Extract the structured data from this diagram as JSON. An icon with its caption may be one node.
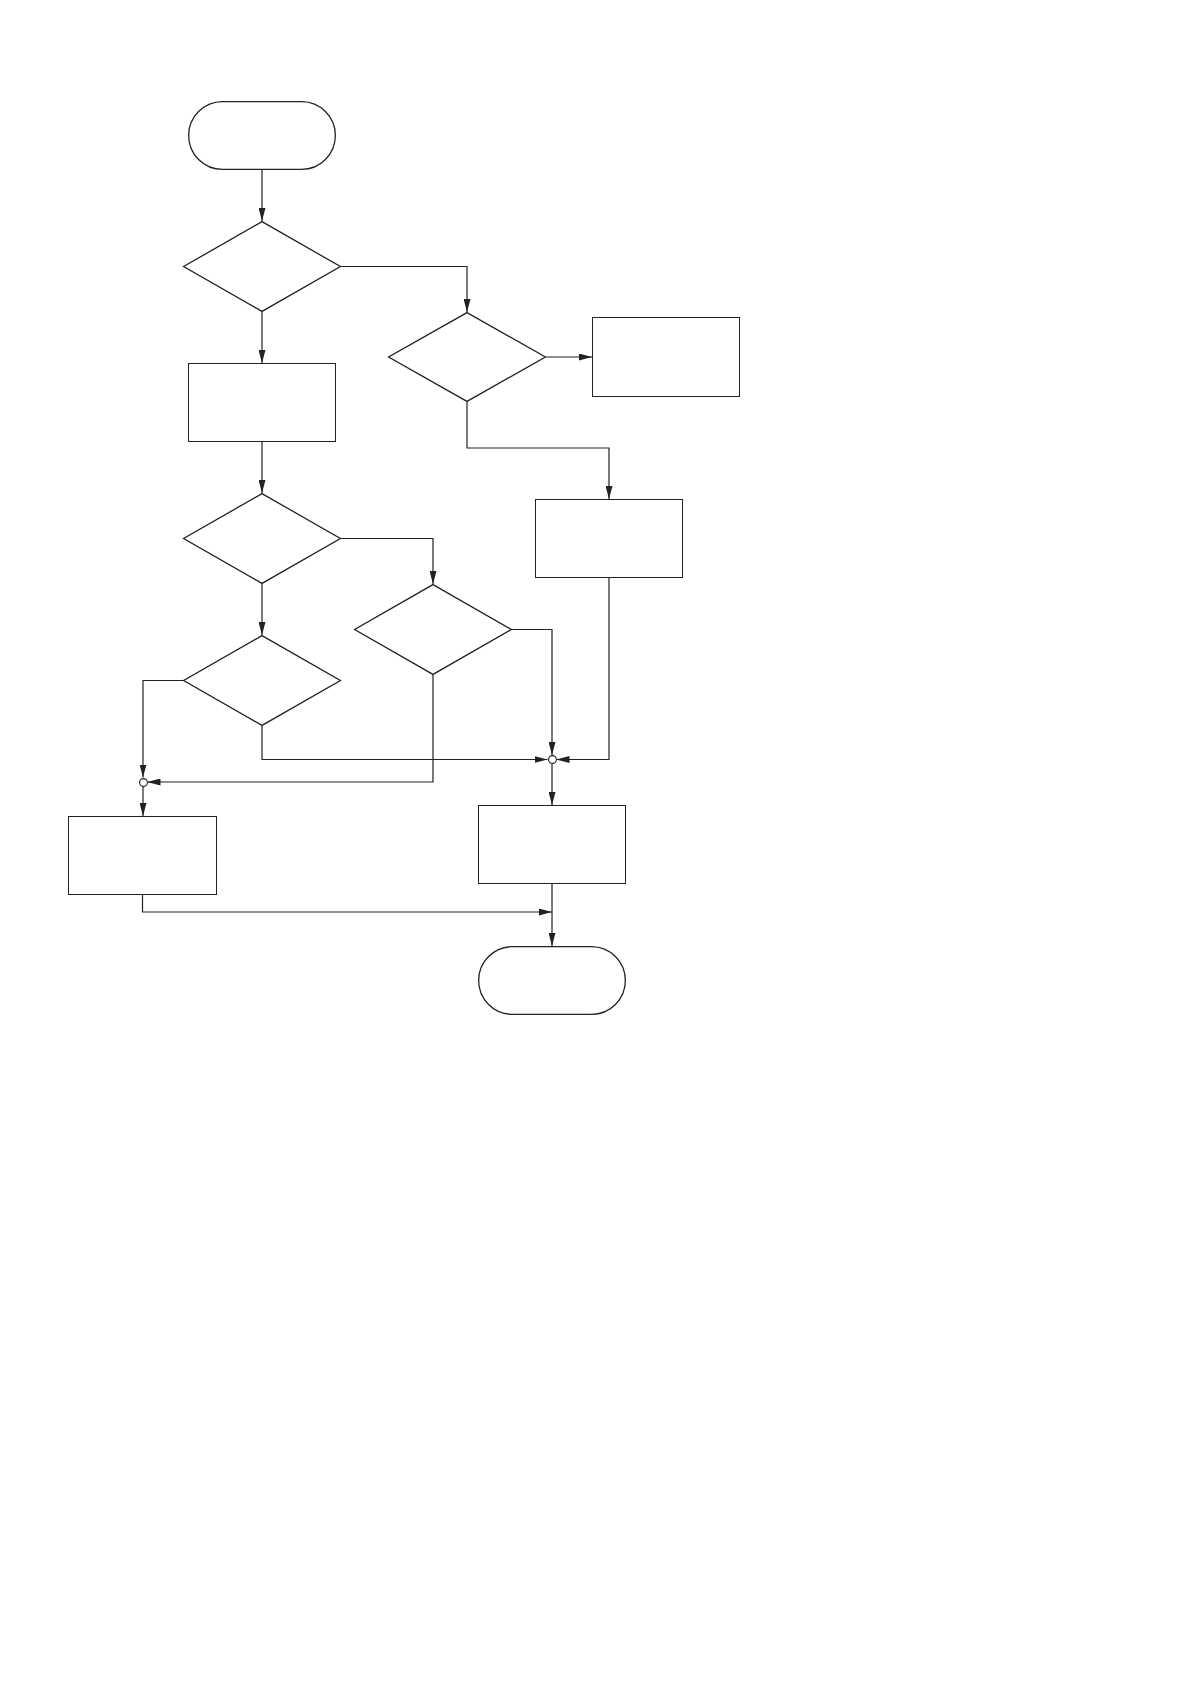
{
  "diagram": {
    "nodes": [
      {
        "text": [],
        "shape": "stadium"
      },
      {
        "text": [],
        "shape": "diamond"
      },
      {
        "text": [],
        "shape": "diamond"
      },
      {
        "text": [],
        "shape": "box"
      },
      {
        "text": [],
        "shape": "box"
      },
      {
        "text": [],
        "shape": "diamond"
      },
      {
        "text": [],
        "shape": "box"
      },
      {
        "text": [],
        "shape": "diamond"
      },
      {
        "text": [],
        "shape": "diamond"
      },
      {
        "text": [],
        "shape": "circle"
      },
      {
        "text": [],
        "shape": "circle"
      },
      {
        "text": [],
        "shape": "box"
      },
      {
        "text": [],
        "shape": "box"
      },
      {
        "text": [],
        "shape": "stadium"
      }
    ],
    "edges": [
      {
        "from": 0,
        "to": 1,
        "arrow": "to"
      },
      {
        "from": 1,
        "to": 4,
        "arrow": "to"
      },
      {
        "from": 1,
        "to": 2,
        "arrow": "to"
      },
      {
        "from": 2,
        "to": 3,
        "arrow": "to"
      },
      {
        "from": 2,
        "to": 6,
        "arrow": "to"
      },
      {
        "from": 4,
        "to": 5,
        "arrow": "to"
      },
      {
        "from": 5,
        "to": 7,
        "arrow": "to"
      },
      {
        "from": 5,
        "to": 8,
        "arrow": "to"
      },
      {
        "from": 8,
        "to": 10,
        "arrow": "to"
      },
      {
        "from": 8,
        "to": 9,
        "arrow": "to"
      },
      {
        "from": 7,
        "to": 9,
        "arrow": "to"
      },
      {
        "from": 7,
        "to": 10,
        "arrow": "to"
      },
      {
        "from": 6,
        "to": 9,
        "arrow": "to"
      },
      {
        "from": 9,
        "to": 12,
        "arrow": "to"
      },
      {
        "from": 10,
        "to": 11,
        "arrow": "to"
      },
      {
        "from": 12,
        "to": 13,
        "arrow": "to"
      },
      {
        "from": 11,
        "to": 13,
        "arrow": "to"
      }
    ]
  }
}
